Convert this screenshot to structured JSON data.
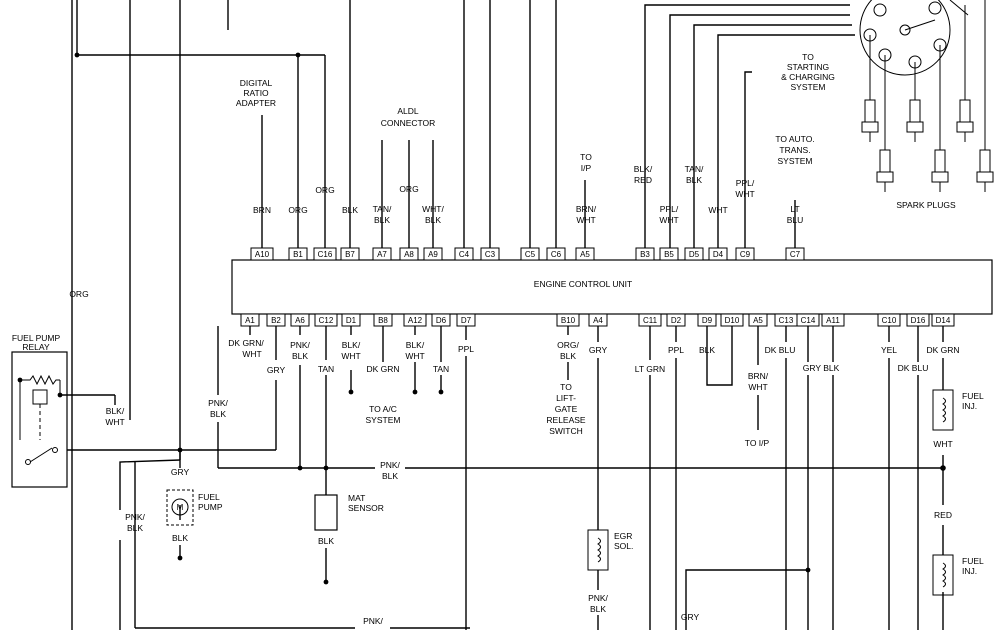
{
  "ecu": {
    "title": "ENGINE CONTROL UNIT"
  },
  "pins_top": [
    "A10",
    "B1",
    "C16",
    "B7",
    "A7",
    "A8",
    "A9",
    "C4",
    "C3",
    "C5",
    "C6",
    "A5",
    "B3",
    "B5",
    "D5",
    "D4",
    "C9",
    "C7"
  ],
  "pins_bottom": [
    "A1",
    "B2",
    "A6",
    "C12",
    "D1",
    "B8",
    "A12",
    "D6",
    "D7",
    "B10",
    "A4",
    "C11",
    "D2",
    "D9",
    "D10",
    "A5",
    "C13",
    "C14",
    "A11",
    "C10",
    "D16",
    "D14"
  ],
  "labels": {
    "digital_ratio_adapter": [
      "DIGITAL",
      "RATIO",
      "ADAPTER"
    ],
    "aldl_connector": [
      "ALDL",
      "CONNECTOR"
    ],
    "to_ip_top": [
      "TO",
      "I/P"
    ],
    "to_starting_charging": [
      "TO",
      "STARTING",
      "& CHARGING",
      "SYSTEM"
    ],
    "to_auto_trans": [
      "TO AUTO.",
      "TRANS.",
      "SYSTEM"
    ],
    "spark_plugs": "SPARK PLUGS",
    "fuel_pump_relay": [
      "FUEL PUMP",
      "RELAY"
    ],
    "fuel_pump": [
      "FUEL",
      "PUMP"
    ],
    "mat_sensor": [
      "MAT",
      "SENSOR"
    ],
    "to_ac_system": [
      "TO A/C",
      "SYSTEM"
    ],
    "to_liftgate": [
      "TO",
      "LIFT-",
      "GATE",
      "RELEASE",
      "SWITCH"
    ],
    "egr_sol": [
      "EGR",
      "SOL."
    ],
    "to_ip_bottom": "TO I/P",
    "fuel_inj_1": [
      "FUEL",
      "INJ."
    ],
    "fuel_inj_2": [
      "FUEL",
      "INJ."
    ]
  },
  "wire_colors": {
    "brn": "BRN",
    "org_b1": "ORG",
    "org_c16": "ORG",
    "blk_b7": "BLK",
    "tan_blk": [
      "TAN/",
      "BLK"
    ],
    "org_a8": "ORG",
    "wht_blk": [
      "WHT/",
      "BLK"
    ],
    "brn_wht": [
      "BRN/",
      "WHT"
    ],
    "blk_red": [
      "BLK/",
      "RED"
    ],
    "ppl_wht_b5": [
      "PPL/",
      "WHT"
    ],
    "tan_blk_d5": [
      "TAN/",
      "BLK"
    ],
    "wht_d4": "WHT",
    "ppl_wht_c9": [
      "PPL/",
      "WHT"
    ],
    "lt_blu": [
      "LT",
      "BLU"
    ],
    "org_left": "ORG",
    "dk_grn_wht": [
      "DK GRN/",
      "WHT"
    ],
    "gry_b2": "GRY",
    "pnk_blk_a6": [
      "PNK/",
      "BLK"
    ],
    "tan_c12": "TAN",
    "blk_wht_d1": [
      "BLK/",
      "WHT"
    ],
    "dk_grn_b8": "DK GRN",
    "blk_wht_a12": [
      "BLK/",
      "WHT"
    ],
    "tan_d6": "TAN",
    "ppl_d7": "PPL",
    "org_blk_b10": [
      "ORG/",
      "BLK"
    ],
    "gry_a4": "GRY",
    "lt_grn": "LT GRN",
    "ppl_d2": "PPL",
    "blk_d9": "BLK",
    "brn_wht_a5": [
      "BRN/",
      "WHT"
    ],
    "dk_blu_c13": "DK BLU",
    "gry_blk": "GRY  BLK",
    "yel": "YEL",
    "dk_blu_d16": "DK BLU",
    "dk_grn_d14": "DK GRN",
    "blk_wht_relay": [
      "BLK/",
      "WHT"
    ],
    "pnk_blk_relay": [
      "PNK/",
      "BLK"
    ],
    "gry_pump": "GRY",
    "blk_pump": "BLK",
    "pnk_blk_left": [
      "PNK/",
      "BLK"
    ],
    "pnk_blk_mid": [
      "PNK/",
      "BLK"
    ],
    "blk_mat": "BLK",
    "pnk_blk_egr": [
      "PNK/",
      "BLK"
    ],
    "wht_inj": "WHT",
    "red_inj": "RED",
    "pnk_bottom": "PNK/",
    "gry_bottom": "GRY"
  }
}
